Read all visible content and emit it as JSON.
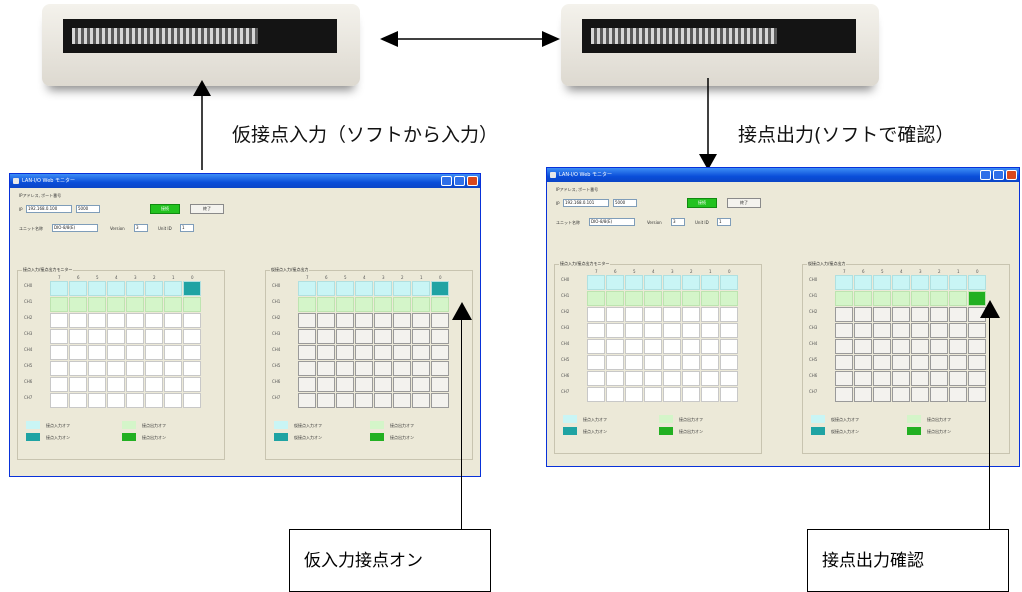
{
  "captions": {
    "left": "仮接点入力（ソフトから入力）",
    "right": "接点出力(ソフトで確認）"
  },
  "callouts": {
    "left": "仮入力接点オン",
    "right": "接点出力確認"
  },
  "colors": {
    "input_off": "#c9f5f5",
    "input_on": "#1fa3a3",
    "output_off": "#d4f5c9",
    "output_on": "#22b022"
  },
  "windows": [
    {
      "title": "LAN-I/O Web モニター",
      "ip_label": "IPアドレス, ポート番号",
      "ip": "192.168.0.100",
      "port": "5000",
      "connect": "接続",
      "end": "終了",
      "unit_label": "ユニット名称",
      "unit_value": "DIO-8/8(E)",
      "version_label": "Version",
      "version": "3",
      "id_label": "Unit ID",
      "id": "1",
      "left_group": "接点入力/接点出力モニター",
      "right_group": "仮接点入力/接点出力",
      "rows": [
        "CH0",
        "CH1",
        "CH2",
        "CH3",
        "CH4",
        "CH5",
        "CH6",
        "CH7"
      ],
      "cols": [
        "7",
        "6",
        "5",
        "4",
        "3",
        "2",
        "1",
        "0"
      ],
      "legend_left": [
        "接点入力オフ",
        "接点入力オン",
        "接点出力オフ",
        "接点出力オン"
      ],
      "legend_right": [
        "仮接点入力オフ",
        "仮接点入力オン",
        "接点出力オフ",
        "接点出力オン"
      ]
    },
    {
      "title": "LAN-I/O Web モニター",
      "ip_label": "IPアドレス, ポート番号",
      "ip": "192.168.0.101",
      "port": "5000",
      "connect": "接続",
      "end": "終了",
      "unit_label": "ユニット名称",
      "unit_value": "DIO-8/8(E)",
      "version_label": "Version",
      "version": "3",
      "id_label": "Unit ID",
      "id": "1",
      "left_group": "接点入力/接点出力モニター",
      "right_group": "仮接点入力/接点出力",
      "rows": [
        "CH0",
        "CH1",
        "CH2",
        "CH3",
        "CH4",
        "CH5",
        "CH6",
        "CH7"
      ],
      "cols": [
        "7",
        "6",
        "5",
        "4",
        "3",
        "2",
        "1",
        "0"
      ],
      "legend_left": [
        "接点入力オフ",
        "接点入力オン",
        "接点出力オフ",
        "接点出力オン"
      ],
      "legend_right": [
        "仮接点入力オフ",
        "仮接点入力オン",
        "接点出力オフ",
        "接点出力オン"
      ]
    }
  ]
}
